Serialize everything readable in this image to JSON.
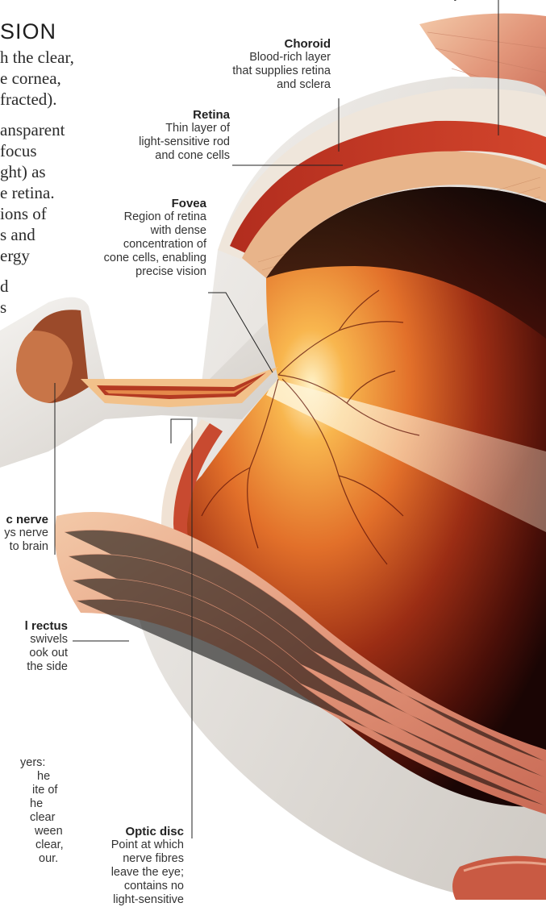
{
  "heading": "SION",
  "body_text": [
    "h the clear,",
    "e cornea,",
    "fracted).",
    "ansparent",
    "focus",
    "ght) as",
    "e retina.",
    "ions of",
    "s and",
    "ergy",
    "d",
    "s"
  ],
  "top_partial": "y",
  "labels": {
    "choroid": {
      "title": "Choroid",
      "desc": [
        "Blood-rich layer",
        "that supplies retina",
        "and sclera"
      ]
    },
    "retina": {
      "title": "Retina",
      "desc": [
        "Thin layer of",
        "light-sensitive rod",
        "and cone cells"
      ]
    },
    "fovea": {
      "title": "Fovea",
      "desc": [
        "Region of retina",
        "with dense",
        "concentration of",
        "cone cells, enabling",
        "precise vision"
      ]
    },
    "optic_nerve": {
      "title": "c nerve",
      "desc": [
        "ys nerve",
        "to brain"
      ]
    },
    "rectus": {
      "title": "l rectus",
      "desc": [
        "swivels",
        "ook out",
        "the side"
      ]
    },
    "optic_disc": {
      "title": "Optic disc",
      "desc": [
        "Point at which",
        "nerve fibres",
        "leave the eye;",
        "contains no",
        "light-sensitive"
      ]
    }
  },
  "bottom_text": [
    "yers:",
    "he",
    "ite of",
    "he clear",
    "ween",
    "clear,",
    "our."
  ]
}
